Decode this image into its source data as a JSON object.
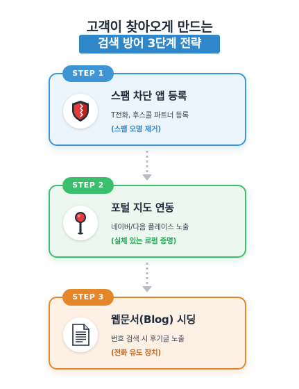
{
  "header": {
    "line1": "고객이 찾아오게 만드는",
    "line2": "검색 방어 3단계 전략"
  },
  "colors": {
    "step1": "#3f95d4",
    "step2": "#3bbf6c",
    "step3": "#e5862a",
    "title_bg": "#2f86c8",
    "connector": "#b7bcc4"
  },
  "steps": [
    {
      "badge": "STEP 1",
      "icon": "shield-icon",
      "title": "스팸 차단 앱 등록",
      "desc": "T전화, 후스콜 파트너 등록",
      "note": "(스팸 오명 제거)"
    },
    {
      "badge": "STEP 2",
      "icon": "map-pin-icon",
      "title": "포털 지도 연동",
      "desc": "네이버/다음 플레이스 노출",
      "note": "(실체 있는 로펌 증명)"
    },
    {
      "badge": "STEP 3",
      "icon": "document-icon",
      "title": "웹문서(Blog) 시딩",
      "desc": "번호 검색 시 후기글 노출",
      "note": "(전화 유도 장치)"
    }
  ]
}
